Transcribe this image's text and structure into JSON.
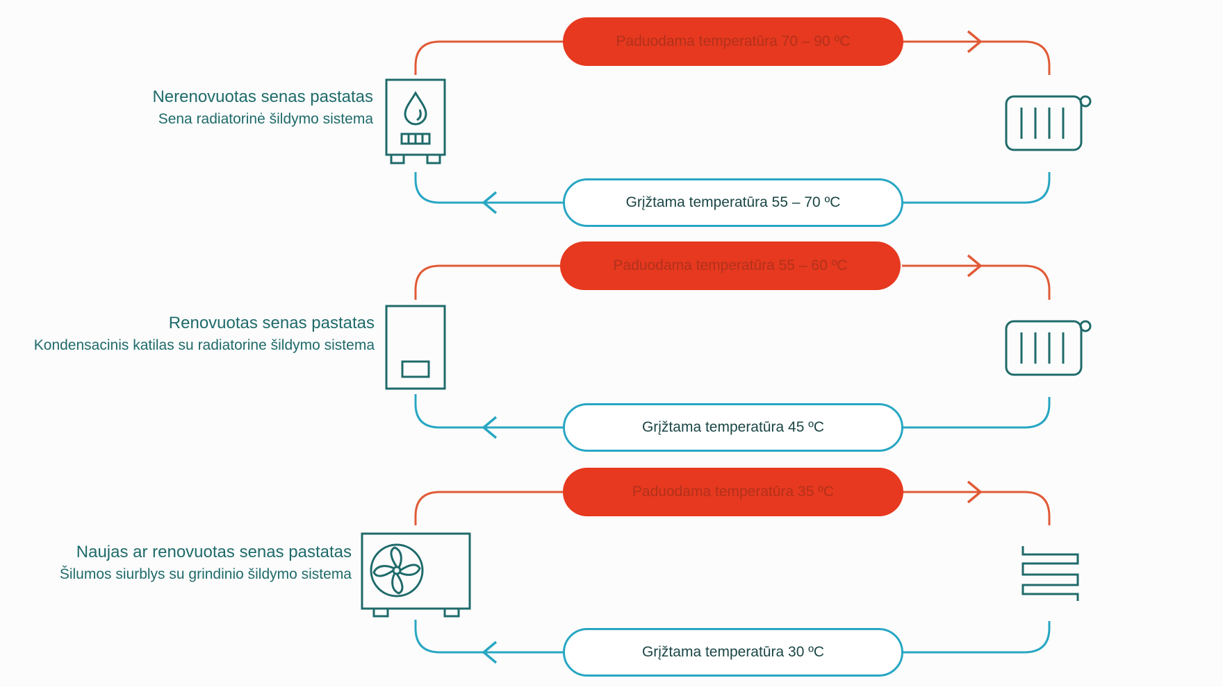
{
  "colors": {
    "supply": "#e6391f",
    "supply_line": "#e05a36",
    "return": "#27a6c3",
    "icon": "#1f6a6a",
    "label": "#1f6a6a"
  },
  "rows": [
    {
      "title": "Nerenovuotas senas pastatas",
      "subtitle": "Sena radiatorinė šildymo sistema",
      "source_icon": "gas-boiler-icon",
      "emitter_icon": "radiator-icon",
      "supply_label": "Paduodama temperatūra 70 – 90 ºC",
      "return_label": "Grįžtama temperatūra 55 – 70 ºC"
    },
    {
      "title": "Renovuotas senas pastatas",
      "subtitle": "Kondensacinis katilas su radiatorine šildymo sistema",
      "source_icon": "condensing-boiler-icon",
      "emitter_icon": "radiator-icon",
      "supply_label": "Paduodama temperatūra 55 – 60 ºC",
      "return_label": "Grįžtama temperatūra 45 ºC"
    },
    {
      "title": "Naujas ar renovuotas senas pastatas",
      "subtitle": "Šilumos siurblys su grindinio šildymo sistema",
      "source_icon": "heat-pump-icon",
      "emitter_icon": "floor-heating-icon",
      "supply_label": "Paduodama temperatūra 35 ºC",
      "return_label": "Grįžtama temperatūra 30 ºC"
    }
  ]
}
